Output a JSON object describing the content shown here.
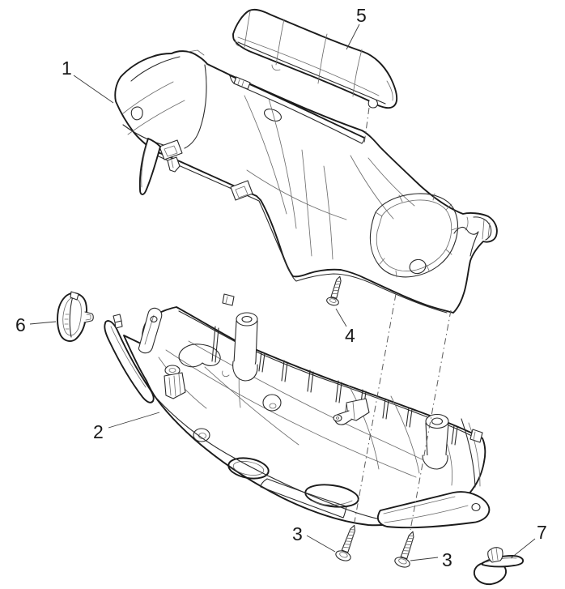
{
  "figure": {
    "background_color": "#ffffff",
    "line_color": "#1b1b1b",
    "callouts": [
      {
        "text": "1"
      },
      {
        "text": "2"
      },
      {
        "text": "3"
      },
      {
        "text": "3"
      },
      {
        "text": "4"
      },
      {
        "text": "5"
      },
      {
        "text": "6"
      },
      {
        "text": "7"
      }
    ]
  }
}
